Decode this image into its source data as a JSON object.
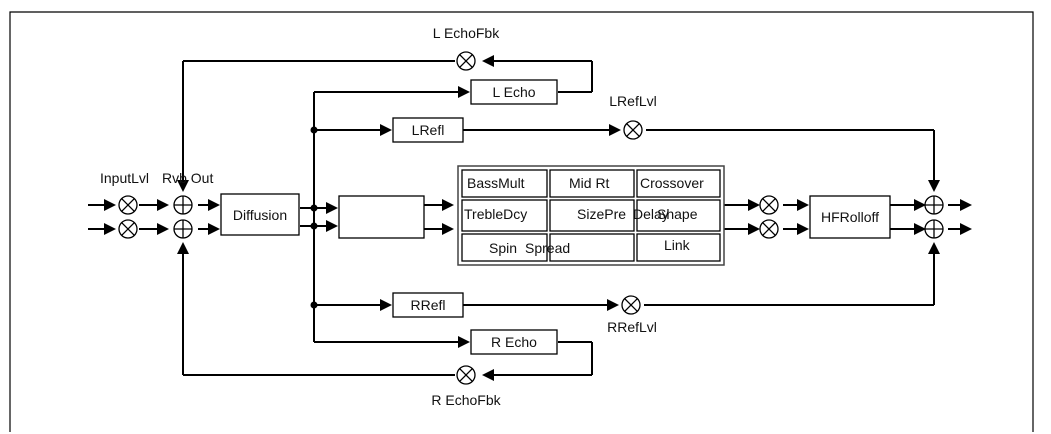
{
  "labels": {
    "input_lvl": "InputLvl",
    "rvb_out": "Rvb Out",
    "l_echo_fbk": "L EchoFbk",
    "r_echo_fbk": "R EchoFbk",
    "l_ref_lvl": "LRefLvl",
    "r_ref_lvl": "RRefLvl"
  },
  "blocks": {
    "diffusion": "Diffusion",
    "l_echo": "L Echo",
    "r_echo": "R Echo",
    "l_refl": "LRefl",
    "r_refl": "RRefl",
    "hf_rolloff": "HFRolloff",
    "reverb_core": ""
  },
  "param_grid": [
    [
      "BassMult",
      "Mid Rt",
      "Crossover"
    ],
    [
      "TrebleDcy",
      "SizePre",
      "Delay",
      "Shape"
    ],
    [
      "Spin",
      "Spread",
      "Link"
    ]
  ]
}
